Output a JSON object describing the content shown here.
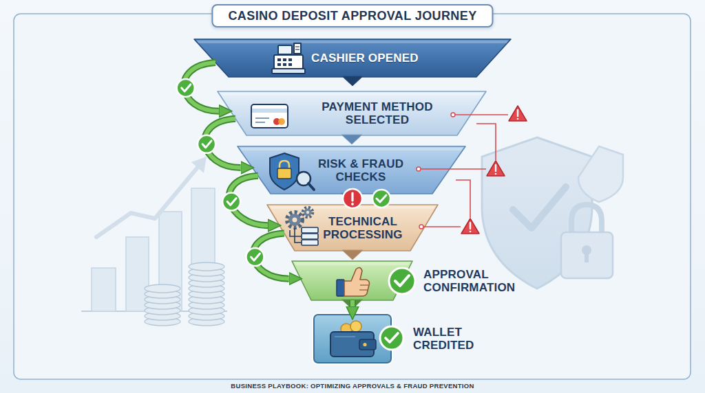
{
  "diagram": {
    "title": "CASINO DEPOSIT APPROVAL JOURNEY",
    "caption": "BUSINESS PLAYBOOK: OPTIMIZING APPROVALS & FRAUD PREVENTION",
    "nodes": [
      {
        "text": [
          "CASHIER OPENED"
        ]
      },
      {
        "text": [
          "PAYMENT METHOD SELECTED"
        ]
      },
      {
        "text": [
          "RISK & FRAUD CHECKS"
        ]
      },
      {
        "text": [
          "TECHNICAL PROCESSING"
        ]
      },
      {
        "text": [
          "APPROVAL CONFIRMATION"
        ]
      },
      {
        "text": [
          "WALLET CREDITED"
        ]
      }
    ],
    "edges": [
      {
        "from": 0,
        "to": 1,
        "arrow": "to"
      },
      {
        "from": 1,
        "to": 2,
        "arrow": "to"
      },
      {
        "from": 2,
        "to": 3,
        "arrow": "to"
      },
      {
        "from": 3,
        "to": 4,
        "arrow": "to"
      },
      {
        "from": 4,
        "to": 5,
        "arrow": "to"
      }
    ]
  }
}
